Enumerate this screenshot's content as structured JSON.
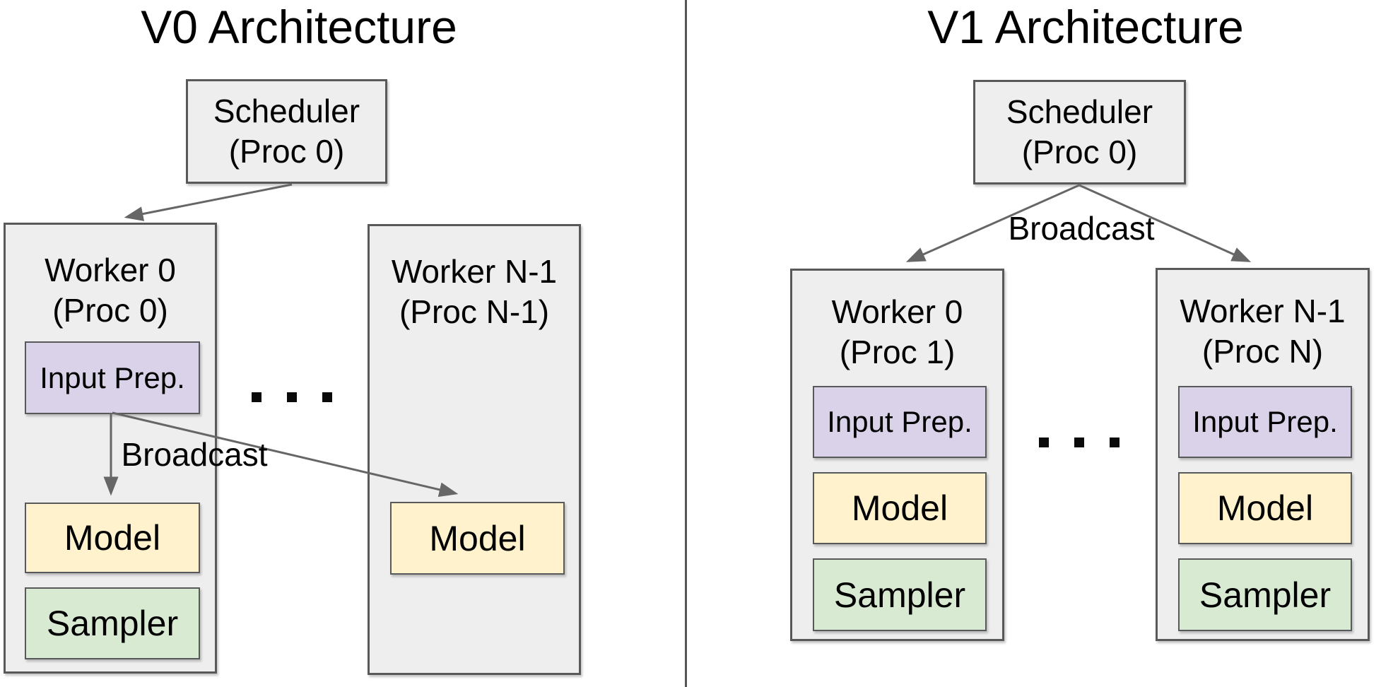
{
  "panels": {
    "left": {
      "title": "V0 Architecture",
      "scheduler": {
        "line1": "Scheduler",
        "line2": "(Proc 0)"
      },
      "broadcast_label": "Broadcast",
      "ellipsis": ". . .",
      "worker0": {
        "line1": "Worker 0",
        "line2": "(Proc 0)",
        "input_prep": "Input Prep.",
        "model": "Model",
        "sampler": "Sampler"
      },
      "workerN": {
        "line1": "Worker N-1",
        "line2": "(Proc N-1)",
        "model": "Model"
      }
    },
    "right": {
      "title": "V1 Architecture",
      "scheduler": {
        "line1": "Scheduler",
        "line2": "(Proc 0)"
      },
      "broadcast_label": "Broadcast",
      "ellipsis": ". . .",
      "worker0": {
        "line1": "Worker 0",
        "line2": "(Proc 1)",
        "input_prep": "Input Prep.",
        "model": "Model",
        "sampler": "Sampler"
      },
      "workerN": {
        "line1": "Worker N-1",
        "line2": "(Proc N)",
        "input_prep": "Input Prep.",
        "model": "Model",
        "sampler": "Sampler"
      }
    }
  },
  "colors": {
    "container_fill": "#eeeeee",
    "scheduler_fill": "#eeeeee",
    "input_prep_fill": "#d9d2e9",
    "model_fill": "#fff2cc",
    "sampler_fill": "#d9ead3",
    "box_border": "#58595b",
    "arrow": "#666666",
    "divider": "#555555",
    "text": "#000000"
  }
}
